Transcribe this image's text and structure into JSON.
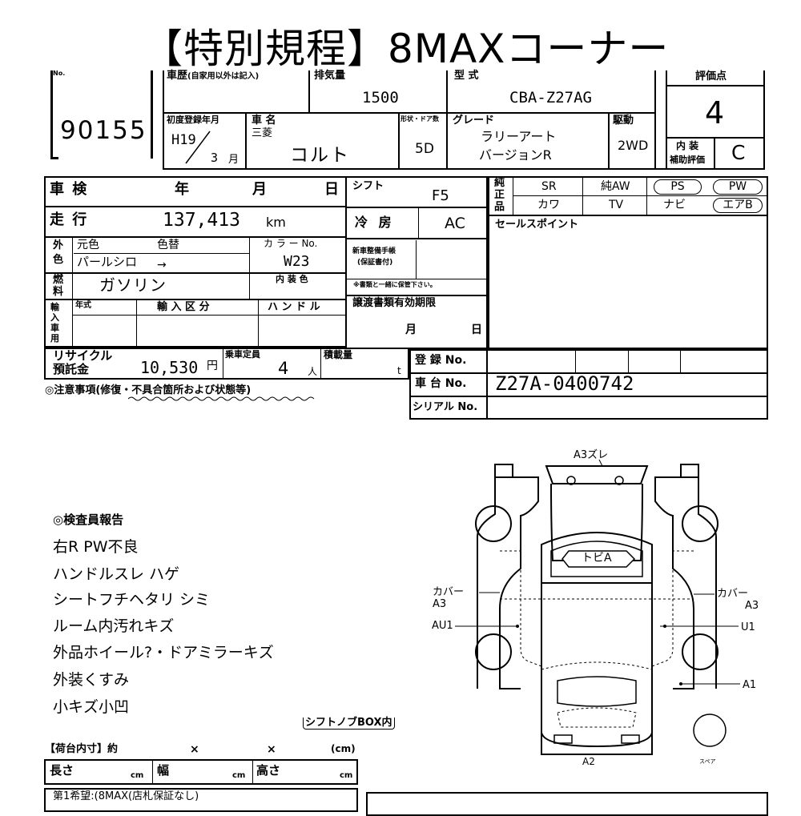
{
  "title": "【特別規程】8MAXコーナー",
  "header": {
    "no_label": "No.",
    "lot_number": "90155",
    "history_label": "車歴",
    "history_note": "(自家用以外は記入)",
    "displacement_label": "排気量",
    "displacement": "1500",
    "model_label": "型 式",
    "model": "CBA-Z27AG",
    "score_label": "評価点",
    "score": "4",
    "first_reg_label": "初度登録年月",
    "first_reg_year": "H19",
    "first_reg_month": "3",
    "month_unit": "月",
    "car_name_label": "車 名",
    "maker": "三菱",
    "car_name": "コルト",
    "doors_label": "形状・ドア数",
    "doors": "5D",
    "grade_label": "グレード",
    "grade_line1": "ラリーアート",
    "grade_line2": "バージョンR",
    "drive_label": "駆動",
    "drive": "2WD",
    "interior_label1": "内 装",
    "interior_label2": "補助評価",
    "interior_score": "C"
  },
  "left_table": {
    "shaken_label": "車 検",
    "year_label": "年",
    "month_label": "月",
    "day_label": "日",
    "mileage_label": "走 行",
    "mileage": "137,413",
    "mileage_unit": "km",
    "color_side1": "外",
    "color_side2": "色",
    "orig_color_label": "元色",
    "color_change_label": "色替",
    "color_no_label": "カ ラ ー No.",
    "orig_color": "パールシロ",
    "arrow": "→",
    "color_no": "W23",
    "fuel_side1": "燃",
    "fuel_side2": "料",
    "fuel": "ガソリン",
    "interior_color_label": "内 装 色",
    "import_side": "輸入車用",
    "import_year_label": "年式",
    "import_type_label": "輸 入 区 分",
    "handle_label": "ハ ン ド ル",
    "recycle_label1": "リサイクル",
    "recycle_label2": "預託金",
    "recycle": "10,530",
    "yen": "円",
    "capacity_label": "乗車定員",
    "capacity": "4",
    "capacity_unit": "人",
    "load_label": "積載量",
    "load_unit": "t",
    "caution": "◎注意事項(修復・不具合箇所および状態等)"
  },
  "middle_table": {
    "shift_label": "シフト",
    "shift": "F5",
    "ac_label": "冷 房",
    "ac": "AC",
    "manual_label1": "新車整備手帳",
    "manual_label2": "(保証書付)",
    "manual_note": "※書類と一緒に保管下さい。",
    "transfer_label": "譲渡書類有効期限",
    "month_label": "月",
    "day_label": "日"
  },
  "equipment": {
    "side1": "純",
    "side2": "正",
    "side3": "品",
    "row1": [
      "SR",
      "純AW",
      "PS",
      "PW"
    ],
    "row2": [
      "カワ",
      "TV",
      "ナビ",
      "エアB"
    ],
    "sales_point": "セールスポイント"
  },
  "registration": {
    "reg_label": "登 録 No.",
    "chassis_label": "車 台 No.",
    "chassis": "Z27A-0400742",
    "serial_label": "シリアル No."
  },
  "report": {
    "heading": "◎検査員報告",
    "lines": [
      "右R PW不良",
      "ハンドルスレ ハゲ",
      "シートフチヘタリ シミ",
      "ルーム内汚れキズ",
      "外品ホイール?・ドアミラーキズ",
      "外装くすみ",
      "小キズ小凹"
    ],
    "shift_knob": "シフトノブBOX内"
  },
  "cargo": {
    "heading": "【荷台内寸】約",
    "x1": "×",
    "x2": "×",
    "unit": "(cm)",
    "length_label": "長さ",
    "width_label": "幅",
    "height_label": "高さ",
    "cm": "cm",
    "first_wish": "第1希望:(8MAX(店札保証なし)"
  },
  "diagram": {
    "top": "A3ズレ",
    "roof": "トビA",
    "left_cover": "カバー",
    "left_a3": "A3",
    "left_au1": "AU1",
    "right_cover": "カバー",
    "right_a3": "A3",
    "right_u1": "U1",
    "right_a1": "A1",
    "bottom": "A2",
    "spare": "スペア"
  }
}
